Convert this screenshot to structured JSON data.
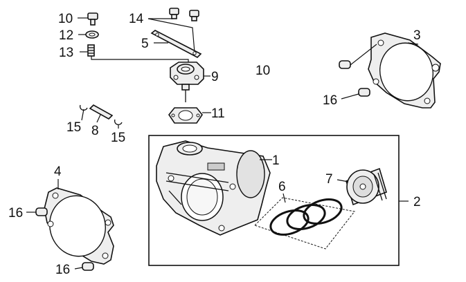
{
  "diagram": {
    "callouts": [
      "10",
      "12",
      "13",
      "14",
      "5",
      "9",
      "10",
      "3",
      "16",
      "11",
      "15",
      "8",
      "15",
      "1",
      "4",
      "6",
      "7",
      "2",
      "16",
      "16"
    ],
    "group_box": "2"
  }
}
